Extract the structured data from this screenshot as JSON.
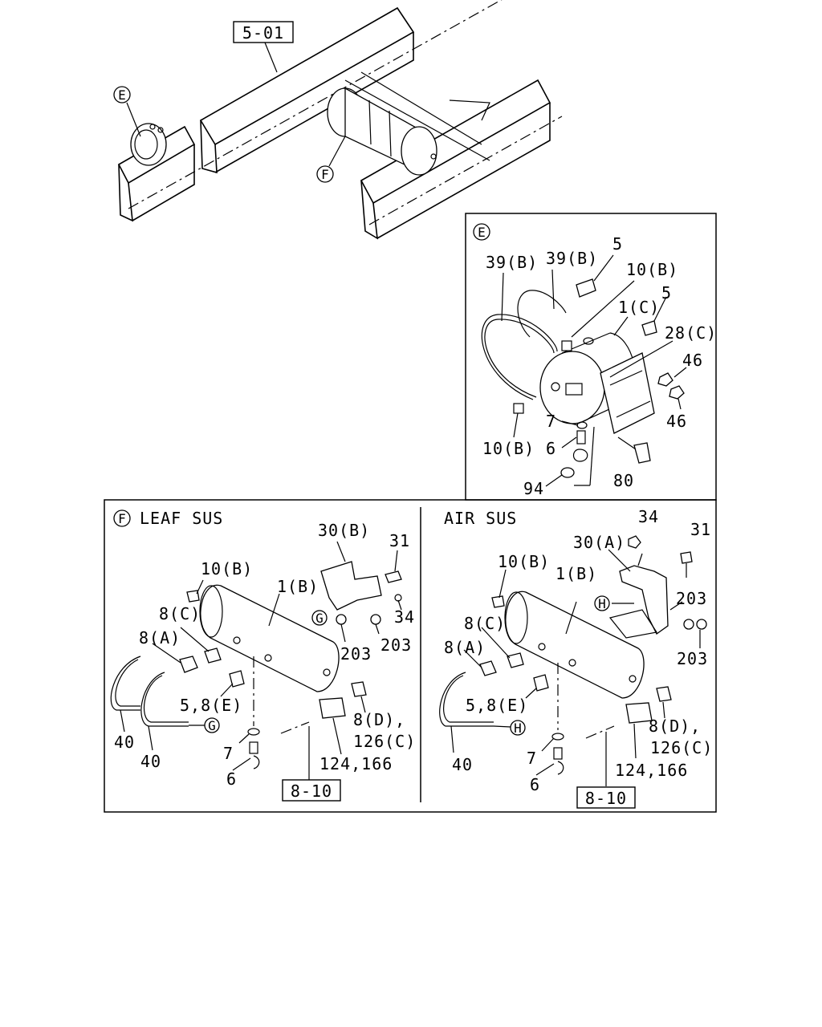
{
  "overview": {
    "ref_box": "5-01",
    "callout_e": "E",
    "callout_f": "F"
  },
  "detail_e": {
    "tag": "E",
    "labels": {
      "p39b_1": "39(B)",
      "p39b_2": "39(B)",
      "p5_1": "5",
      "p10b_1": "10(B)",
      "p1c": "1(C)",
      "p5_2": "5",
      "p28c": "28(C)",
      "p46_1": "46",
      "p46_2": "46",
      "p7": "7",
      "p10b_2": "10(B)",
      "p6": "6",
      "p80": "80",
      "p94": "94"
    }
  },
  "detail_f": {
    "tag": "F",
    "leaf": {
      "title": "LEAF SUS",
      "labels": {
        "p30b": "30(B)",
        "p31": "31",
        "p10b": "10(B)",
        "p1b": "1(B)",
        "p8c": "8(C)",
        "p34": "34",
        "g_tag": "G",
        "p203_1": "203",
        "p203_2": "203",
        "p8a": "8(A)",
        "p58e": "5,8(E)",
        "p8d": "8(D),",
        "p126c": "126(C)",
        "p40_1": "40",
        "g_tag2": "G",
        "p40_2": "40",
        "p7": "7",
        "p124": "124,166",
        "p6": "6",
        "ref": "8-10"
      }
    },
    "air": {
      "title": "AIR SUS",
      "labels": {
        "p34": "34",
        "p31": "31",
        "p30a": "30(A)",
        "p10b": "10(B)",
        "p1b": "1(B)",
        "h_tag": "H",
        "p203_1": "203",
        "p8c": "8(C)",
        "p8a": "8(A)",
        "p203_2": "203",
        "p58e": "5,8(E)",
        "h_tag2": "H",
        "p8d": "8(D),",
        "p126c": "126(C)",
        "p40": "40",
        "p7": "7",
        "p124": "124,166",
        "p6": "6",
        "ref": "8-10"
      }
    }
  }
}
